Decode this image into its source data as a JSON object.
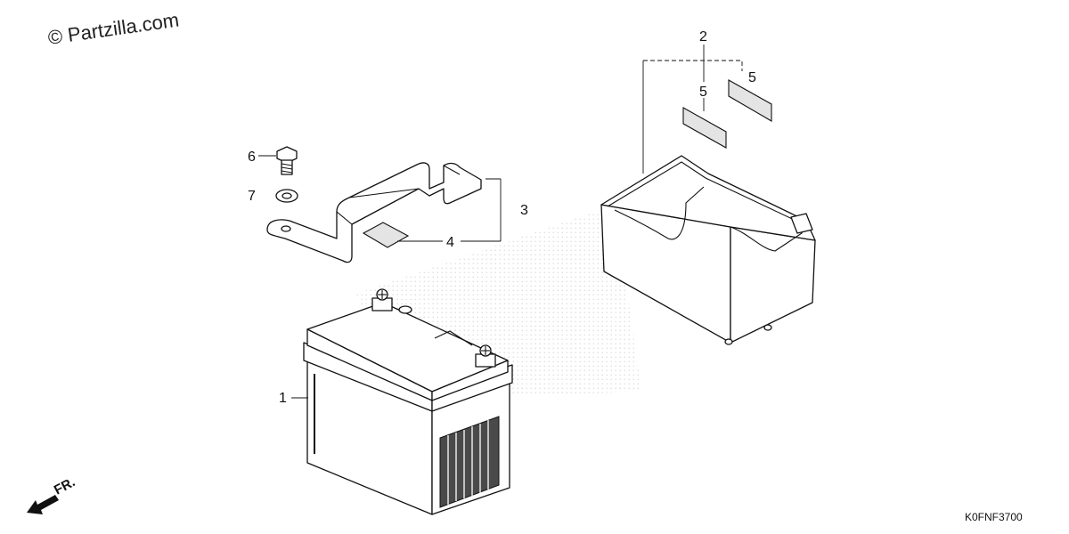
{
  "watermark": "© Partzilla.com",
  "diagram_code": "K0FNF3700",
  "direction_label": "FR.",
  "callouts": {
    "c1": "1",
    "c2": "2",
    "c3": "3",
    "c4": "4",
    "c5a": "5",
    "c5b": "5",
    "c6": "6",
    "c7": "7"
  },
  "colors": {
    "line": "#111111",
    "background": "#ffffff"
  },
  "icons": {
    "direction": "front-arrow-icon"
  }
}
